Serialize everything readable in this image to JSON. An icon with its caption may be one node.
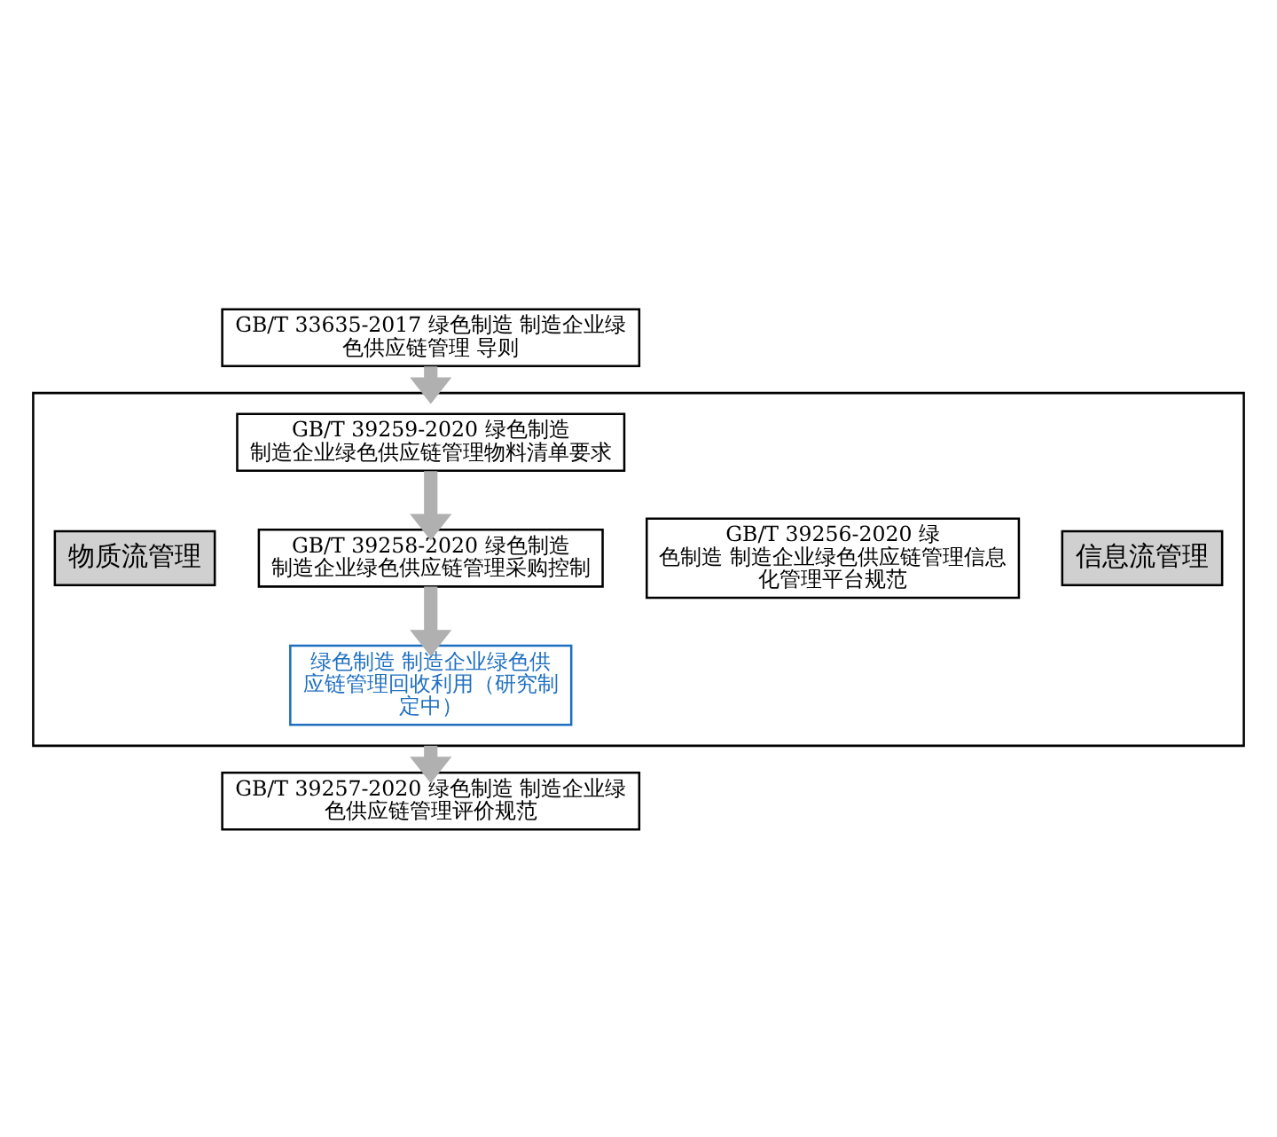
{
  "diagram": {
    "nodes": [
      {
        "text": [
          "GB/T 33635-2017 绿色制造 制造企业绿色供应链管理 导则"
        ]
      },
      {
        "text": [],
        "shape": "box"
      },
      {
        "text": [
          "物质流管理"
        ],
        "in": 1
      },
      {
        "text": [
          "GB/T 39259-2020 绿色制造制造企业绿色供应链管理物料清单要求"
        ],
        "in": 1
      },
      {
        "text": [
          "GB/T 39258-2020 绿色制造制造企业绿色供应链管理采购控制"
        ],
        "in": 1
      },
      {
        "text": [
          "绿色制造 制造企业绿色供应链管理回收利用（研究制定中）"
        ],
        "in": 1
      },
      {
        "text": [
          "GB/T 39256-2020 绿色制造 制造企业绿色供应链管理信息化管理平台规范"
        ],
        "in": 1
      },
      {
        "text": [
          "信息流管理"
        ],
        "in": 1
      },
      {
        "text": [
          "GB/T 39257-2020 绿色制造 制造企业绿色供应链管理评价规范"
        ]
      }
    ],
    "edges": [
      {
        "from": 0,
        "to": 1,
        "arrow": "to"
      },
      {
        "from": 3,
        "to": 4,
        "arrow": "to"
      },
      {
        "from": 4,
        "to": 5,
        "arrow": "to"
      },
      {
        "from": 1,
        "to": 8,
        "arrow": "to"
      }
    ]
  }
}
